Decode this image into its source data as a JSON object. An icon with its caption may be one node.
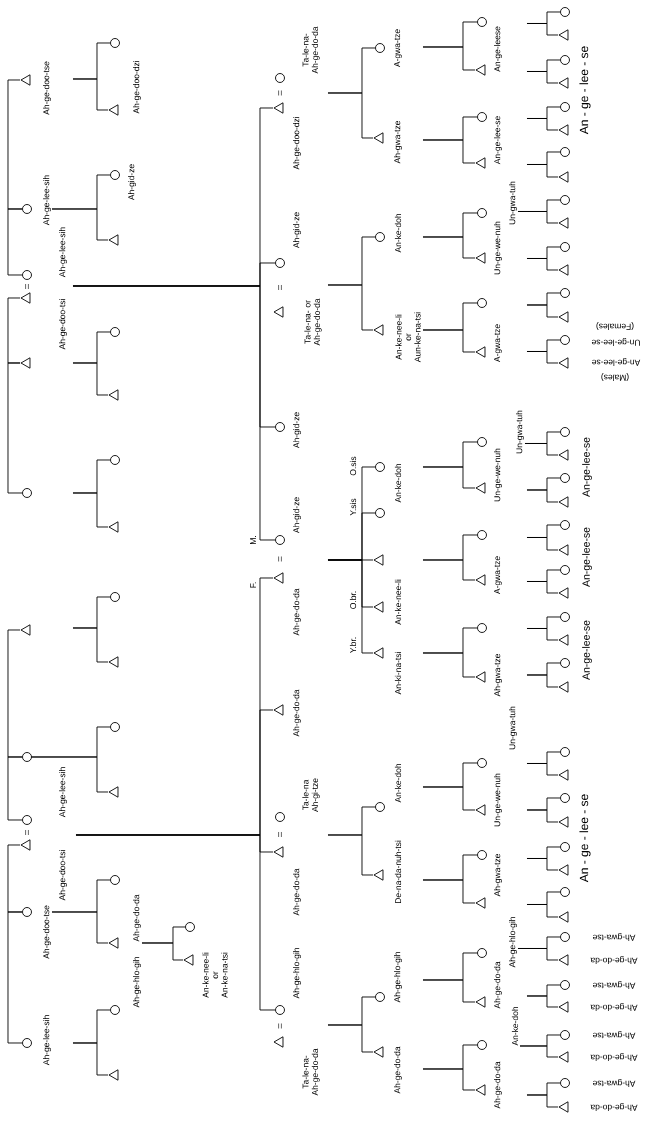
{
  "diagram": {
    "nodes": [
      {
        "text": [],
        "shape": "triangle",
        "beside": [
          "Ah-ge-doo-tse"
        ]
      },
      {
        "text": [],
        "shape": "circle",
        "beside": [
          "Ah-ge-lee-sih"
        ]
      },
      {
        "text": [],
        "shape": "triangle",
        "beside": [
          "Ah-ge-doo-tsi"
        ]
      },
      {
        "text": [],
        "shape": "circle",
        "beside": [
          "Ah-ge-lee-sih"
        ]
      },
      {
        "text": [],
        "shape": "triangle"
      },
      {
        "text": [],
        "shape": "circle"
      },
      {
        "text": [],
        "shape": "triangle"
      },
      {
        "text": [],
        "shape": "circle"
      },
      {
        "text": [],
        "shape": "circle",
        "beside": [
          "Ah-ge-lee-sih"
        ]
      },
      {
        "text": [],
        "shape": "triangle",
        "beside": [
          "Ah-ge-doo-tsi"
        ]
      },
      {
        "text": [],
        "shape": "circle",
        "beside": [
          "Ah-ge-doo-tse"
        ]
      },
      {
        "text": [],
        "shape": "circle",
        "beside": [
          "Ah-ge-lee-sih"
        ]
      },
      {
        "text": [],
        "shape": "circle"
      },
      {
        "text": [],
        "shape": "triangle",
        "beside": [
          "Ah-ge-doo-dzi"
        ]
      },
      {
        "text": [],
        "shape": "circle",
        "beside": [
          "Ah-gid-ze"
        ]
      },
      {
        "text": [],
        "shape": "triangle"
      },
      {
        "text": [],
        "shape": "circle"
      },
      {
        "text": [],
        "shape": "triangle"
      },
      {
        "text": [],
        "shape": "circle"
      },
      {
        "text": [],
        "shape": "triangle"
      },
      {
        "text": [],
        "shape": "circle"
      },
      {
        "text": [],
        "shape": "triangle"
      },
      {
        "text": [],
        "shape": "circle"
      },
      {
        "text": [],
        "shape": "triangle"
      },
      {
        "text": [],
        "shape": "circle"
      },
      {
        "text": [],
        "shape": "triangle",
        "beside": [
          "Ah-ge-do-da"
        ]
      },
      {
        "text": [],
        "shape": "circle",
        "beside": [
          "Ah-ge-hlo-gih"
        ]
      },
      {
        "text": [],
        "shape": "triangle"
      },
      {
        "text": [],
        "shape": "circle"
      },
      {
        "text": [],
        "shape": "triangle",
        "beside": [
          "An-ke-nee-li or An-ke-na-tsi"
        ]
      },
      {
        "text": [],
        "shape": "circle",
        "beside": [
          "Ta-le-na- Ah-ge-do-da"
        ]
      },
      {
        "text": [],
        "shape": "triangle",
        "beside": [
          "Ah-ge-doo-dzi"
        ]
      },
      {
        "text": [],
        "shape": "circle",
        "beside": [
          "Ah-gid-ze"
        ]
      },
      {
        "text": [],
        "shape": "triangle",
        "beside": [
          "Ta-le-na- or Ah-ge-do-da"
        ]
      },
      {
        "text": [],
        "shape": "circle",
        "beside": [
          "Ah-gid-ze"
        ]
      },
      {
        "text": [],
        "shape": "circle",
        "beside": [
          "M.",
          "Ah-gid-ze"
        ]
      },
      {
        "text": [],
        "shape": "triangle",
        "beside": [
          "F.",
          "Ah-ge-do-da"
        ]
      },
      {
        "text": [],
        "shape": "triangle",
        "beside": [
          "Ah-ge-do-da"
        ]
      },
      {
        "text": [],
        "shape": "circle",
        "beside": [
          "Ta-le-na Ah-gi-tze"
        ]
      },
      {
        "text": [],
        "shape": "triangle",
        "beside": [
          "Ah-ge-do-da"
        ]
      },
      {
        "text": [],
        "shape": "circle",
        "beside": [
          "Ah-ge-hlo-gih"
        ]
      },
      {
        "text": [],
        "shape": "triangle",
        "beside": [
          "Ta-le-na- Ah-ge-do-da"
        ]
      },
      {
        "text": [],
        "shape": "circle",
        "beside": [
          "A-gwa-tze"
        ]
      },
      {
        "text": [],
        "shape": "triangle",
        "beside": [
          "Ah-gwa-tze"
        ]
      },
      {
        "text": [],
        "shape": "circle",
        "beside": [
          "An-ke-doh"
        ]
      },
      {
        "text": [],
        "shape": "triangle",
        "beside": [
          "An-ke-nee-li or Aun-ke-na-tsi"
        ]
      },
      {
        "text": [],
        "shape": "circle",
        "beside": [
          "O.sis"
        ]
      },
      {
        "text": [],
        "shape": "circle",
        "beside": [
          "Y.sis",
          "An-ke-doh"
        ]
      },
      {
        "text": [],
        "shape": "triangle"
      },
      {
        "text": [],
        "shape": "triangle",
        "beside": [
          "O.br.",
          "An-ke-nee-li"
        ]
      },
      {
        "text": [],
        "shape": "triangle",
        "beside": [
          "Y.br.",
          "An-ki-na-tsi"
        ]
      },
      {
        "text": [],
        "shape": "circle",
        "beside": [
          "An-ke-doh"
        ]
      },
      {
        "text": [],
        "shape": "triangle",
        "beside": [
          "De-na-da-nuh-tsi"
        ]
      },
      {
        "text": [],
        "shape": "circle",
        "beside": [
          "Ah-ge-hlo-gih"
        ]
      },
      {
        "text": [],
        "shape": "triangle",
        "beside": [
          "Ah-ge-do-da"
        ]
      },
      {
        "text": [],
        "shape": "circle"
      },
      {
        "text": [],
        "shape": "triangle",
        "beside": [
          "An-ge-leese"
        ]
      },
      {
        "text": [],
        "shape": "circle"
      },
      {
        "text": [],
        "shape": "triangle",
        "beside": [
          "An-ge-lee-se"
        ]
      },
      {
        "text": [],
        "shape": "circle",
        "beside": [
          "Un-gwa-tuh"
        ]
      },
      {
        "text": [],
        "shape": "triangle",
        "beside": [
          "Un-ge-we-nuh"
        ]
      },
      {
        "text": [],
        "shape": "circle"
      },
      {
        "text": [],
        "shape": "triangle",
        "beside": [
          "A-gwa-tze"
        ]
      },
      {
        "text": [],
        "shape": "circle",
        "beside": [
          "Un-gwa-tuh"
        ]
      },
      {
        "text": [],
        "shape": "triangle",
        "beside": [
          "Un-ge-we-nuh"
        ]
      },
      {
        "text": [],
        "shape": "circle"
      },
      {
        "text": [],
        "shape": "triangle",
        "beside": [
          "A-gwa-tze"
        ]
      },
      {
        "text": [],
        "shape": "circle"
      },
      {
        "text": [],
        "shape": "triangle",
        "beside": [
          "Ah-gwa-tze"
        ]
      },
      {
        "text": [],
        "shape": "circle",
        "beside": [
          "Un-gwa-tuh"
        ]
      },
      {
        "text": [],
        "shape": "triangle",
        "beside": [
          "Un-ge-we-nuh"
        ]
      },
      {
        "text": [],
        "shape": "circle"
      },
      {
        "text": [],
        "shape": "triangle",
        "beside": [
          "Ah-gwa-tze"
        ]
      },
      {
        "text": [],
        "shape": "circle",
        "beside": [
          "Ah-ge-hlo-gih"
        ]
      },
      {
        "text": [],
        "shape": "triangle",
        "beside": [
          "Ah-ge-do-da"
        ]
      },
      {
        "text": [],
        "shape": "circle",
        "beside": [
          "An-ke-doh"
        ]
      },
      {
        "text": [],
        "shape": "triangle",
        "beside": [
          "Ah-ge-do-da"
        ]
      },
      {
        "text": [],
        "shape": "circle"
      },
      {
        "text": [],
        "shape": "triangle"
      },
      {
        "text": [],
        "shape": "circle"
      },
      {
        "text": [],
        "shape": "triangle"
      },
      {
        "text": [],
        "shape": "circle"
      },
      {
        "text": [],
        "shape": "triangle"
      },
      {
        "text": [],
        "shape": "circle"
      },
      {
        "text": [],
        "shape": "triangle"
      },
      {
        "text": [],
        "shape": "circle"
      },
      {
        "text": [],
        "shape": "triangle"
      },
      {
        "text": [],
        "shape": "circle"
      },
      {
        "text": [],
        "shape": "triangle"
      },
      {
        "text": [],
        "shape": "circle"
      },
      {
        "text": [],
        "shape": "triangle"
      },
      {
        "text": [],
        "shape": "circle",
        "beside": [
          "Un-ge-lee-se",
          "(Females)"
        ]
      },
      {
        "text": [],
        "shape": "triangle",
        "beside": [
          "An-ge-lee-se",
          "(Males)"
        ]
      },
      {
        "text": [],
        "shape": "circle"
      },
      {
        "text": [],
        "shape": "triangle"
      },
      {
        "text": [],
        "shape": "circle"
      },
      {
        "text": [],
        "shape": "triangle"
      },
      {
        "text": [],
        "shape": "circle"
      },
      {
        "text": [],
        "shape": "triangle"
      },
      {
        "text": [],
        "shape": "circle"
      },
      {
        "text": [],
        "shape": "triangle"
      },
      {
        "text": [],
        "shape": "circle"
      },
      {
        "text": [],
        "shape": "triangle"
      },
      {
        "text": [],
        "shape": "circle"
      },
      {
        "text": [],
        "shape": "triangle"
      },
      {
        "text": [],
        "shape": "circle"
      },
      {
        "text": [],
        "shape": "triangle"
      },
      {
        "text": [],
        "shape": "circle"
      },
      {
        "text": [],
        "shape": "triangle"
      },
      {
        "text": [],
        "shape": "circle"
      },
      {
        "text": [],
        "shape": "triangle"
      },
      {
        "text": [],
        "shape": "circle"
      },
      {
        "text": [],
        "shape": "triangle"
      },
      {
        "text": [],
        "shape": "circle",
        "beside": [
          "Ah-gwa-tse"
        ]
      },
      {
        "text": [],
        "shape": "triangle",
        "beside": [
          "Ah-ge-do-da"
        ]
      },
      {
        "text": [],
        "shape": "circle",
        "beside": [
          "Ah-gwa-tse"
        ]
      },
      {
        "text": [],
        "shape": "triangle",
        "beside": [
          "Ah-ge-do-da"
        ]
      },
      {
        "text": [],
        "shape": "circle",
        "beside": [
          "Ah-gwa-tse"
        ]
      },
      {
        "text": [],
        "shape": "triangle",
        "beside": [
          "Ah-ge-do-da"
        ]
      },
      {
        "text": [],
        "shape": "circle",
        "beside": [
          "Ah-gwa-tse"
        ]
      },
      {
        "text": [],
        "shape": "triangle",
        "beside": [
          "Ah-ge-do-da"
        ]
      }
    ],
    "edges": [
      {
        "from": 0,
        "to": 1,
        "arrow": "none"
      },
      {
        "from": 1,
        "to": 3,
        "arrow": "none"
      },
      {
        "from": 2,
        "to": 4,
        "arrow": "none"
      },
      {
        "from": 4,
        "to": 5,
        "arrow": "none"
      },
      {
        "from": 6,
        "to": 7,
        "arrow": "none"
      },
      {
        "from": 7,
        "to": 8,
        "arrow": "none"
      },
      {
        "from": 9,
        "to": 10,
        "arrow": "none"
      },
      {
        "from": 10,
        "to": 11,
        "arrow": "none"
      },
      {
        "from": null,
        "to": 12,
        "arrow": "none"
      },
      {
        "from": null,
        "to": 13,
        "arrow": "none"
      },
      {
        "from": 1,
        "to": 14,
        "arrow": "none"
      },
      {
        "from": 1,
        "to": 15,
        "arrow": "none"
      },
      {
        "from": null,
        "to": 16,
        "arrow": "none"
      },
      {
        "from": null,
        "to": 17,
        "arrow": "none"
      },
      {
        "from": null,
        "to": 18,
        "arrow": "none"
      },
      {
        "from": null,
        "to": 19,
        "arrow": "none"
      },
      {
        "from": null,
        "to": 20,
        "arrow": "none"
      },
      {
        "from": null,
        "to": 21,
        "arrow": "none"
      },
      {
        "from": 7,
        "to": 22,
        "arrow": "none"
      },
      {
        "from": 7,
        "to": 23,
        "arrow": "none"
      },
      {
        "from": 10,
        "to": 24,
        "arrow": "none"
      },
      {
        "from": 10,
        "to": 25,
        "arrow": "none"
      },
      {
        "from": null,
        "to": 26,
        "arrow": "none"
      },
      {
        "from": null,
        "to": 27,
        "arrow": "none"
      },
      {
        "from": 3,
        "to": 31,
        "arrow": "none"
      },
      {
        "from": 3,
        "to": 32,
        "arrow": "none"
      },
      {
        "from": 3,
        "to": 34,
        "arrow": "none"
      },
      {
        "from": 3,
        "to": 35,
        "arrow": "none"
      },
      {
        "from": null,
        "to": 36,
        "arrow": "none"
      },
      {
        "from": null,
        "to": 37,
        "arrow": "none"
      },
      {
        "from": null,
        "to": 39,
        "arrow": "none"
      },
      {
        "from": null,
        "to": 40,
        "arrow": "none"
      },
      {
        "from": 25,
        "to": 28,
        "arrow": "none"
      },
      {
        "from": 25,
        "to": 29,
        "arrow": "none"
      },
      {
        "from": null,
        "to": 42,
        "arrow": "none"
      },
      {
        "from": null,
        "to": 43,
        "arrow": "none"
      },
      {
        "from": null,
        "to": 44,
        "arrow": "none"
      },
      {
        "from": null,
        "to": 45,
        "arrow": "none"
      },
      {
        "from": null,
        "to": 46,
        "arrow": "none"
      },
      {
        "from": null,
        "to": 47,
        "arrow": "none"
      },
      {
        "from": null,
        "to": 48,
        "arrow": "none"
      },
      {
        "from": null,
        "to": 49,
        "arrow": "none"
      },
      {
        "from": null,
        "to": 50,
        "arrow": "none"
      },
      {
        "from": null,
        "to": 51,
        "arrow": "none"
      },
      {
        "from": null,
        "to": 52,
        "arrow": "none"
      },
      {
        "from": null,
        "to": 53,
        "arrow": "none"
      },
      {
        "from": null,
        "to": 54,
        "arrow": "none"
      },
      {
        "from": null,
        "to": 55,
        "arrow": "none"
      },
      {
        "from": null,
        "to": 56,
        "arrow": "none"
      },
      {
        "from": null,
        "to": 57,
        "arrow": "none"
      },
      {
        "from": null,
        "to": 58,
        "arrow": "none"
      },
      {
        "from": null,
        "to": 59,
        "arrow": "none"
      },
      {
        "from": null,
        "to": 60,
        "arrow": "none"
      },
      {
        "from": 45,
        "to": 61,
        "arrow": "none"
      },
      {
        "from": 45,
        "to": 62,
        "arrow": "none"
      },
      {
        "from": null,
        "to": 63,
        "arrow": "none"
      },
      {
        "from": null,
        "to": 64,
        "arrow": "none"
      },
      {
        "from": null,
        "to": 65,
        "arrow": "none"
      },
      {
        "from": null,
        "to": 66,
        "arrow": "none"
      },
      {
        "from": null,
        "to": 67,
        "arrow": "none"
      },
      {
        "from": null,
        "to": 68,
        "arrow": "none"
      },
      {
        "from": null,
        "to": 69,
        "arrow": "none"
      },
      {
        "from": null,
        "to": 70,
        "arrow": "none"
      },
      {
        "from": null,
        "to": 71,
        "arrow": "none"
      },
      {
        "from": null,
        "to": 72,
        "arrow": "none"
      },
      {
        "from": null,
        "to": 73,
        "arrow": "none"
      },
      {
        "from": null,
        "to": 74,
        "arrow": "none"
      },
      {
        "from": null,
        "to": 75,
        "arrow": "none"
      },
      {
        "from": null,
        "to": 76,
        "arrow": "none"
      },
      {
        "from": null,
        "to": 77,
        "arrow": "none"
      },
      {
        "from": null,
        "to": 78,
        "arrow": "none"
      },
      {
        "from": null,
        "to": 79,
        "arrow": "none"
      },
      {
        "from": null,
        "to": 80,
        "arrow": "none"
      },
      {
        "from": null,
        "to": 81,
        "arrow": "none"
      },
      {
        "from": null,
        "to": 82,
        "arrow": "none"
      },
      {
        "from": null,
        "to": 83,
        "arrow": "none"
      },
      {
        "from": null,
        "to": 84,
        "arrow": "none"
      },
      {
        "from": 59,
        "to": 85,
        "arrow": "none"
      },
      {
        "from": 59,
        "to": 86,
        "arrow": "none"
      },
      {
        "from": null,
        "to": 87,
        "arrow": "none"
      },
      {
        "from": null,
        "to": 88,
        "arrow": "none"
      },
      {
        "from": null,
        "to": 89,
        "arrow": "none"
      },
      {
        "from": null,
        "to": 90,
        "arrow": "none"
      },
      {
        "from": null,
        "to": 91,
        "arrow": "none"
      },
      {
        "from": null,
        "to": 92,
        "arrow": "none"
      },
      {
        "from": 63,
        "to": 93,
        "arrow": "none"
      },
      {
        "from": 63,
        "to": 94,
        "arrow": "none"
      },
      {
        "from": null,
        "to": 95,
        "arrow": "none"
      },
      {
        "from": null,
        "to": 96,
        "arrow": "none"
      },
      {
        "from": null,
        "to": 97,
        "arrow": "none"
      },
      {
        "from": null,
        "to": 98,
        "arrow": "none"
      },
      {
        "from": null,
        "to": 99,
        "arrow": "none"
      },
      {
        "from": null,
        "to": 100,
        "arrow": "none"
      },
      {
        "from": null,
        "to": 101,
        "arrow": "none"
      },
      {
        "from": null,
        "to": 102,
        "arrow": "none"
      },
      {
        "from": null,
        "to": 103,
        "arrow": "none"
      },
      {
        "from": null,
        "to": 104,
        "arrow": "none"
      },
      {
        "from": null,
        "to": 105,
        "arrow": "none"
      },
      {
        "from": null,
        "to": 106,
        "arrow": "none"
      },
      {
        "from": null,
        "to": 107,
        "arrow": "none"
      },
      {
        "from": null,
        "to": 108,
        "arrow": "none"
      },
      {
        "from": null,
        "to": 109,
        "arrow": "none"
      },
      {
        "from": null,
        "to": 110,
        "arrow": "none"
      },
      {
        "from": null,
        "to": 111,
        "arrow": "none"
      },
      {
        "from": null,
        "to": 112,
        "arrow": "none"
      },
      {
        "from": 73,
        "to": 113,
        "arrow": "none"
      },
      {
        "from": 73,
        "to": 114,
        "arrow": "none"
      },
      {
        "from": null,
        "to": 115,
        "arrow": "none"
      },
      {
        "from": null,
        "to": 116,
        "arrow": "none"
      },
      {
        "from": 75,
        "to": 117,
        "arrow": "none"
      },
      {
        "from": 75,
        "to": 118,
        "arrow": "none"
      },
      {
        "from": null,
        "to": 119,
        "arrow": "none"
      },
      {
        "from": null,
        "to": 120,
        "arrow": "none"
      }
    ],
    "labels": [
      "An - ge - lee - se",
      "An-ge-lee-se",
      "An-ge-lee-se",
      "An-ge-lee-se",
      "An - ge - lee - se"
    ]
  }
}
